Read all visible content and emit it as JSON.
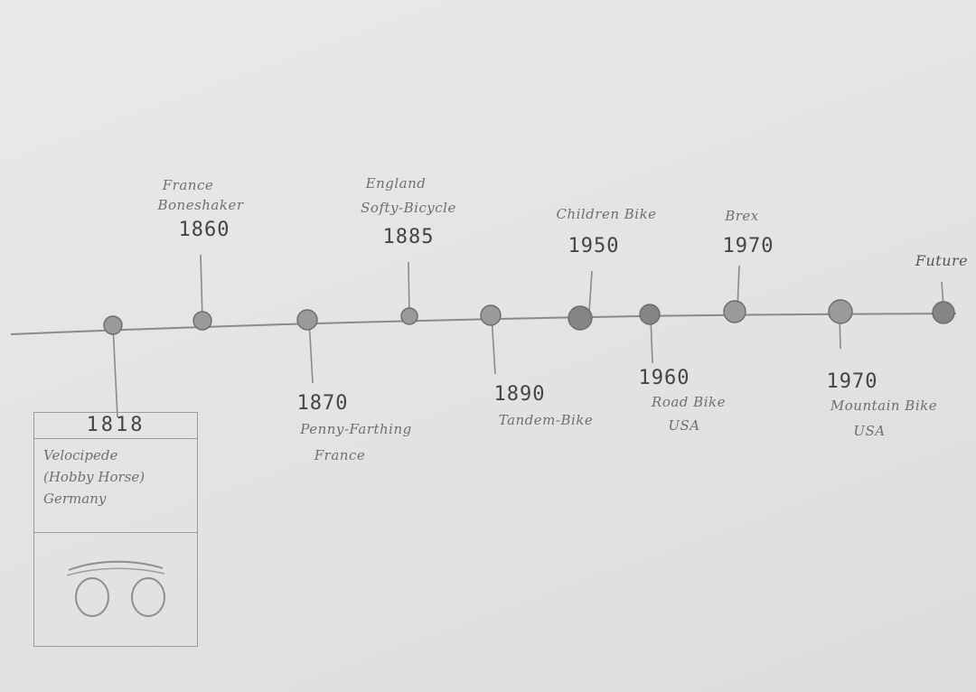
{
  "card": {
    "year": "1818",
    "line1": "Velocipede",
    "line2": "(Hobby Horse)",
    "line3": "Germany"
  },
  "events": {
    "e1860": {
      "country": "France",
      "name": "Boneshaker",
      "year": "1860"
    },
    "e1870": {
      "year": "1870",
      "name": "Penny-Farthing",
      "country": "France"
    },
    "e1885": {
      "country": "England",
      "name": "Softy-Bicycle",
      "year": "1885"
    },
    "e1890": {
      "year": "1890",
      "name": "Tandem-Bike"
    },
    "e1950": {
      "name": "Children Bike",
      "year": "1950"
    },
    "e1960": {
      "year": "1960",
      "name": "Road Bike",
      "country": "USA"
    },
    "e1970a": {
      "name": "Brex",
      "year": "1970"
    },
    "e1970b": {
      "year": "1970",
      "name": "Mountain Bike",
      "country": "USA"
    },
    "future": {
      "name": "Future"
    }
  }
}
